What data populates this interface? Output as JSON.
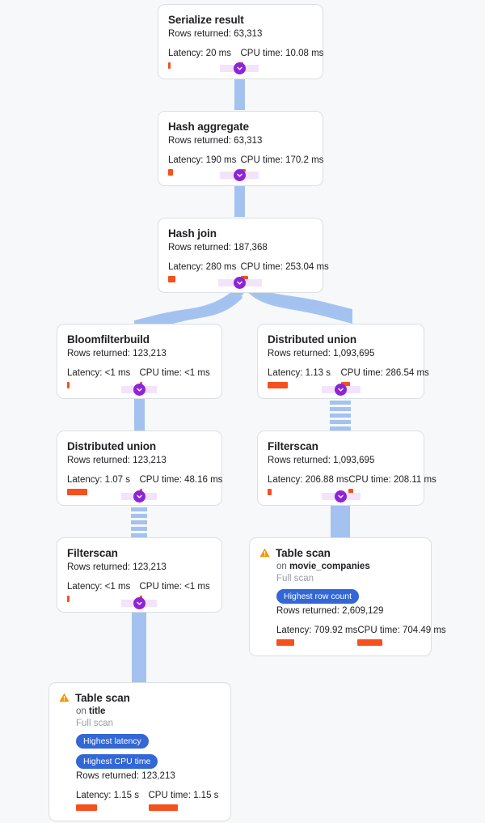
{
  "theme": {
    "background": "#f6f8fa",
    "node_bg": "#ffffff",
    "node_border": "#dcdfe3",
    "edge_color": "#a3c2f0",
    "chevron_color": "#8e24d6",
    "badge_color": "#3367d6",
    "bar_color": "#f4511e",
    "warning_color": "#f29900"
  },
  "labels": {
    "rows_prefix": "Rows returned: ",
    "latency_prefix": "Latency: ",
    "cpu_prefix": "CPU time: ",
    "on_prefix": "on ",
    "full_scan": "Full scan"
  },
  "icons": {
    "chevron_down": "chevron-down-icon",
    "warning": "warning-triangle-icon"
  },
  "nodes": [
    {
      "id": "serialize-result",
      "title": "Serialize result",
      "rows": "Rows returned: 63,313",
      "latency": "Latency: 20 ms",
      "cpu": "CPU time: 10.08 ms",
      "latency_bar": 3,
      "cpu_bar": 3,
      "badges": [],
      "table": null,
      "scan": null,
      "warning": false
    },
    {
      "id": "hash-aggregate",
      "title": "Hash aggregate",
      "rows": "Rows returned: 63,313",
      "latency": "Latency: 190 ms",
      "cpu": "CPU time: 170.2 ms",
      "latency_bar": 6,
      "cpu_bar": 6,
      "badges": [],
      "table": null,
      "scan": null,
      "warning": false
    },
    {
      "id": "hash-join",
      "title": "Hash join",
      "rows": "Rows returned: 187,368",
      "latency": "Latency: 280 ms",
      "cpu": "CPU time: 253.04 ms",
      "latency_bar": 9,
      "cpu_bar": 9,
      "badges": [],
      "table": null,
      "scan": null,
      "warning": false
    },
    {
      "id": "bloomfilterbuild",
      "title": "Bloomfilterbuild",
      "rows": "Rows returned: 123,213",
      "latency": "Latency: <1 ms",
      "cpu": "CPU time: <1 ms",
      "latency_bar": 3,
      "cpu_bar": 3,
      "badges": [],
      "table": null,
      "scan": null,
      "warning": false
    },
    {
      "id": "distributed-union-right",
      "title": "Distributed union",
      "rows": "Rows returned: 1,093,695",
      "latency": "Latency: 1.13 s",
      "cpu": "CPU time: 286.54 ms",
      "latency_bar": 25,
      "cpu_bar": 11,
      "badges": [],
      "table": null,
      "scan": null,
      "warning": false
    },
    {
      "id": "distributed-union-left",
      "title": "Distributed union",
      "rows": "Rows returned: 123,213",
      "latency": "Latency: 1.07 s",
      "cpu": "CPU time: 48.16 ms",
      "latency_bar": 25,
      "cpu_bar": 3,
      "badges": [],
      "table": null,
      "scan": null,
      "warning": false
    },
    {
      "id": "filterscan-right",
      "title": "Filterscan",
      "rows": "Rows returned: 1,093,695",
      "latency": "Latency: 206.88 ms",
      "cpu": "CPU time: 208.11 ms",
      "latency_bar": 5,
      "cpu_bar": 6,
      "badges": [],
      "table": null,
      "scan": null,
      "warning": false
    },
    {
      "id": "filterscan-left",
      "title": "Filterscan",
      "rows": "Rows returned: 123,213",
      "latency": "Latency: <1 ms",
      "cpu": "CPU time: <1 ms",
      "latency_bar": 3,
      "cpu_bar": 3,
      "badges": [],
      "table": null,
      "scan": null,
      "warning": false
    },
    {
      "id": "table-scan-movie-companies",
      "title": "Table scan",
      "table": "movie_companies",
      "scan": "Full scan",
      "rows": "Rows returned: 2,609,129",
      "latency": "Latency: 709.92 ms",
      "cpu": "CPU time: 704.49 ms",
      "latency_bar": 22,
      "cpu_bar": 31,
      "badges": [
        "Highest row count"
      ],
      "warning": true
    },
    {
      "id": "table-scan-title",
      "title": "Table scan",
      "table": "title",
      "scan": "Full scan",
      "rows": "Rows returned: 123,213",
      "latency": "Latency: 1.15 s",
      "cpu": "CPU time: 1.15 s",
      "latency_bar": 26,
      "cpu_bar": 36,
      "badges": [
        "Highest latency",
        "Highest CPU time"
      ],
      "warning": true
    }
  ]
}
